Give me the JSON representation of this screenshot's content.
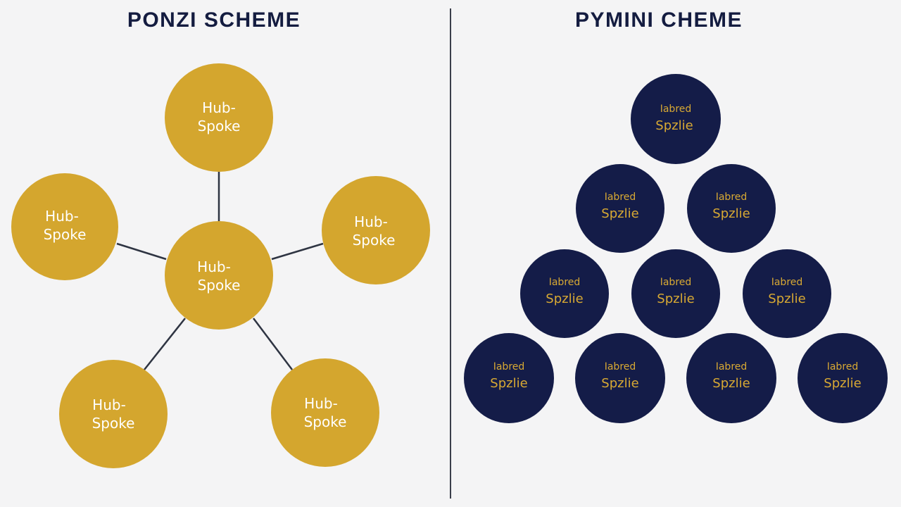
{
  "colors": {
    "background": "#f4f4f5",
    "gold_node": "#d4a62e",
    "navy_node": "#141c48",
    "title_text": "#141c40",
    "pyramid_text": "#d8a933",
    "connector": "#2e3442"
  },
  "left_panel": {
    "title": "PONZI SCHEME",
    "nodes": [
      {
        "line1": "Hub-",
        "line2": "Spoke"
      },
      {
        "line1": "Hub-",
        "line2": "Spoke"
      },
      {
        "line1": "Hub-",
        "line2": "Spoke"
      },
      {
        "line1": "Hub-",
        "line2": "Spoke"
      },
      {
        "line1": "Hub-",
        "line2": "Spoke"
      },
      {
        "line1": "Hub-",
        "line2": "Spoke"
      }
    ]
  },
  "right_panel": {
    "title": "PYMINI CHEME",
    "nodes": [
      {
        "line1": "Iabred",
        "line2": "Spzlie"
      },
      {
        "line1": "Iabred",
        "line2": "Spzlie"
      },
      {
        "line1": "Iabred",
        "line2": "Spzlie"
      },
      {
        "line1": "Iabred",
        "line2": "Spzlie"
      },
      {
        "line1": "Iabred",
        "line2": "Spzlie"
      },
      {
        "line1": "Iabred",
        "line2": "Spzlie"
      },
      {
        "line1": "Iabred",
        "line2": "Spzlie"
      },
      {
        "line1": "Iabred",
        "line2": "Spzlie"
      },
      {
        "line1": "Iabred",
        "line2": "Spzlie"
      },
      {
        "line1": "Iabred",
        "line2": "Spzlie"
      }
    ]
  }
}
